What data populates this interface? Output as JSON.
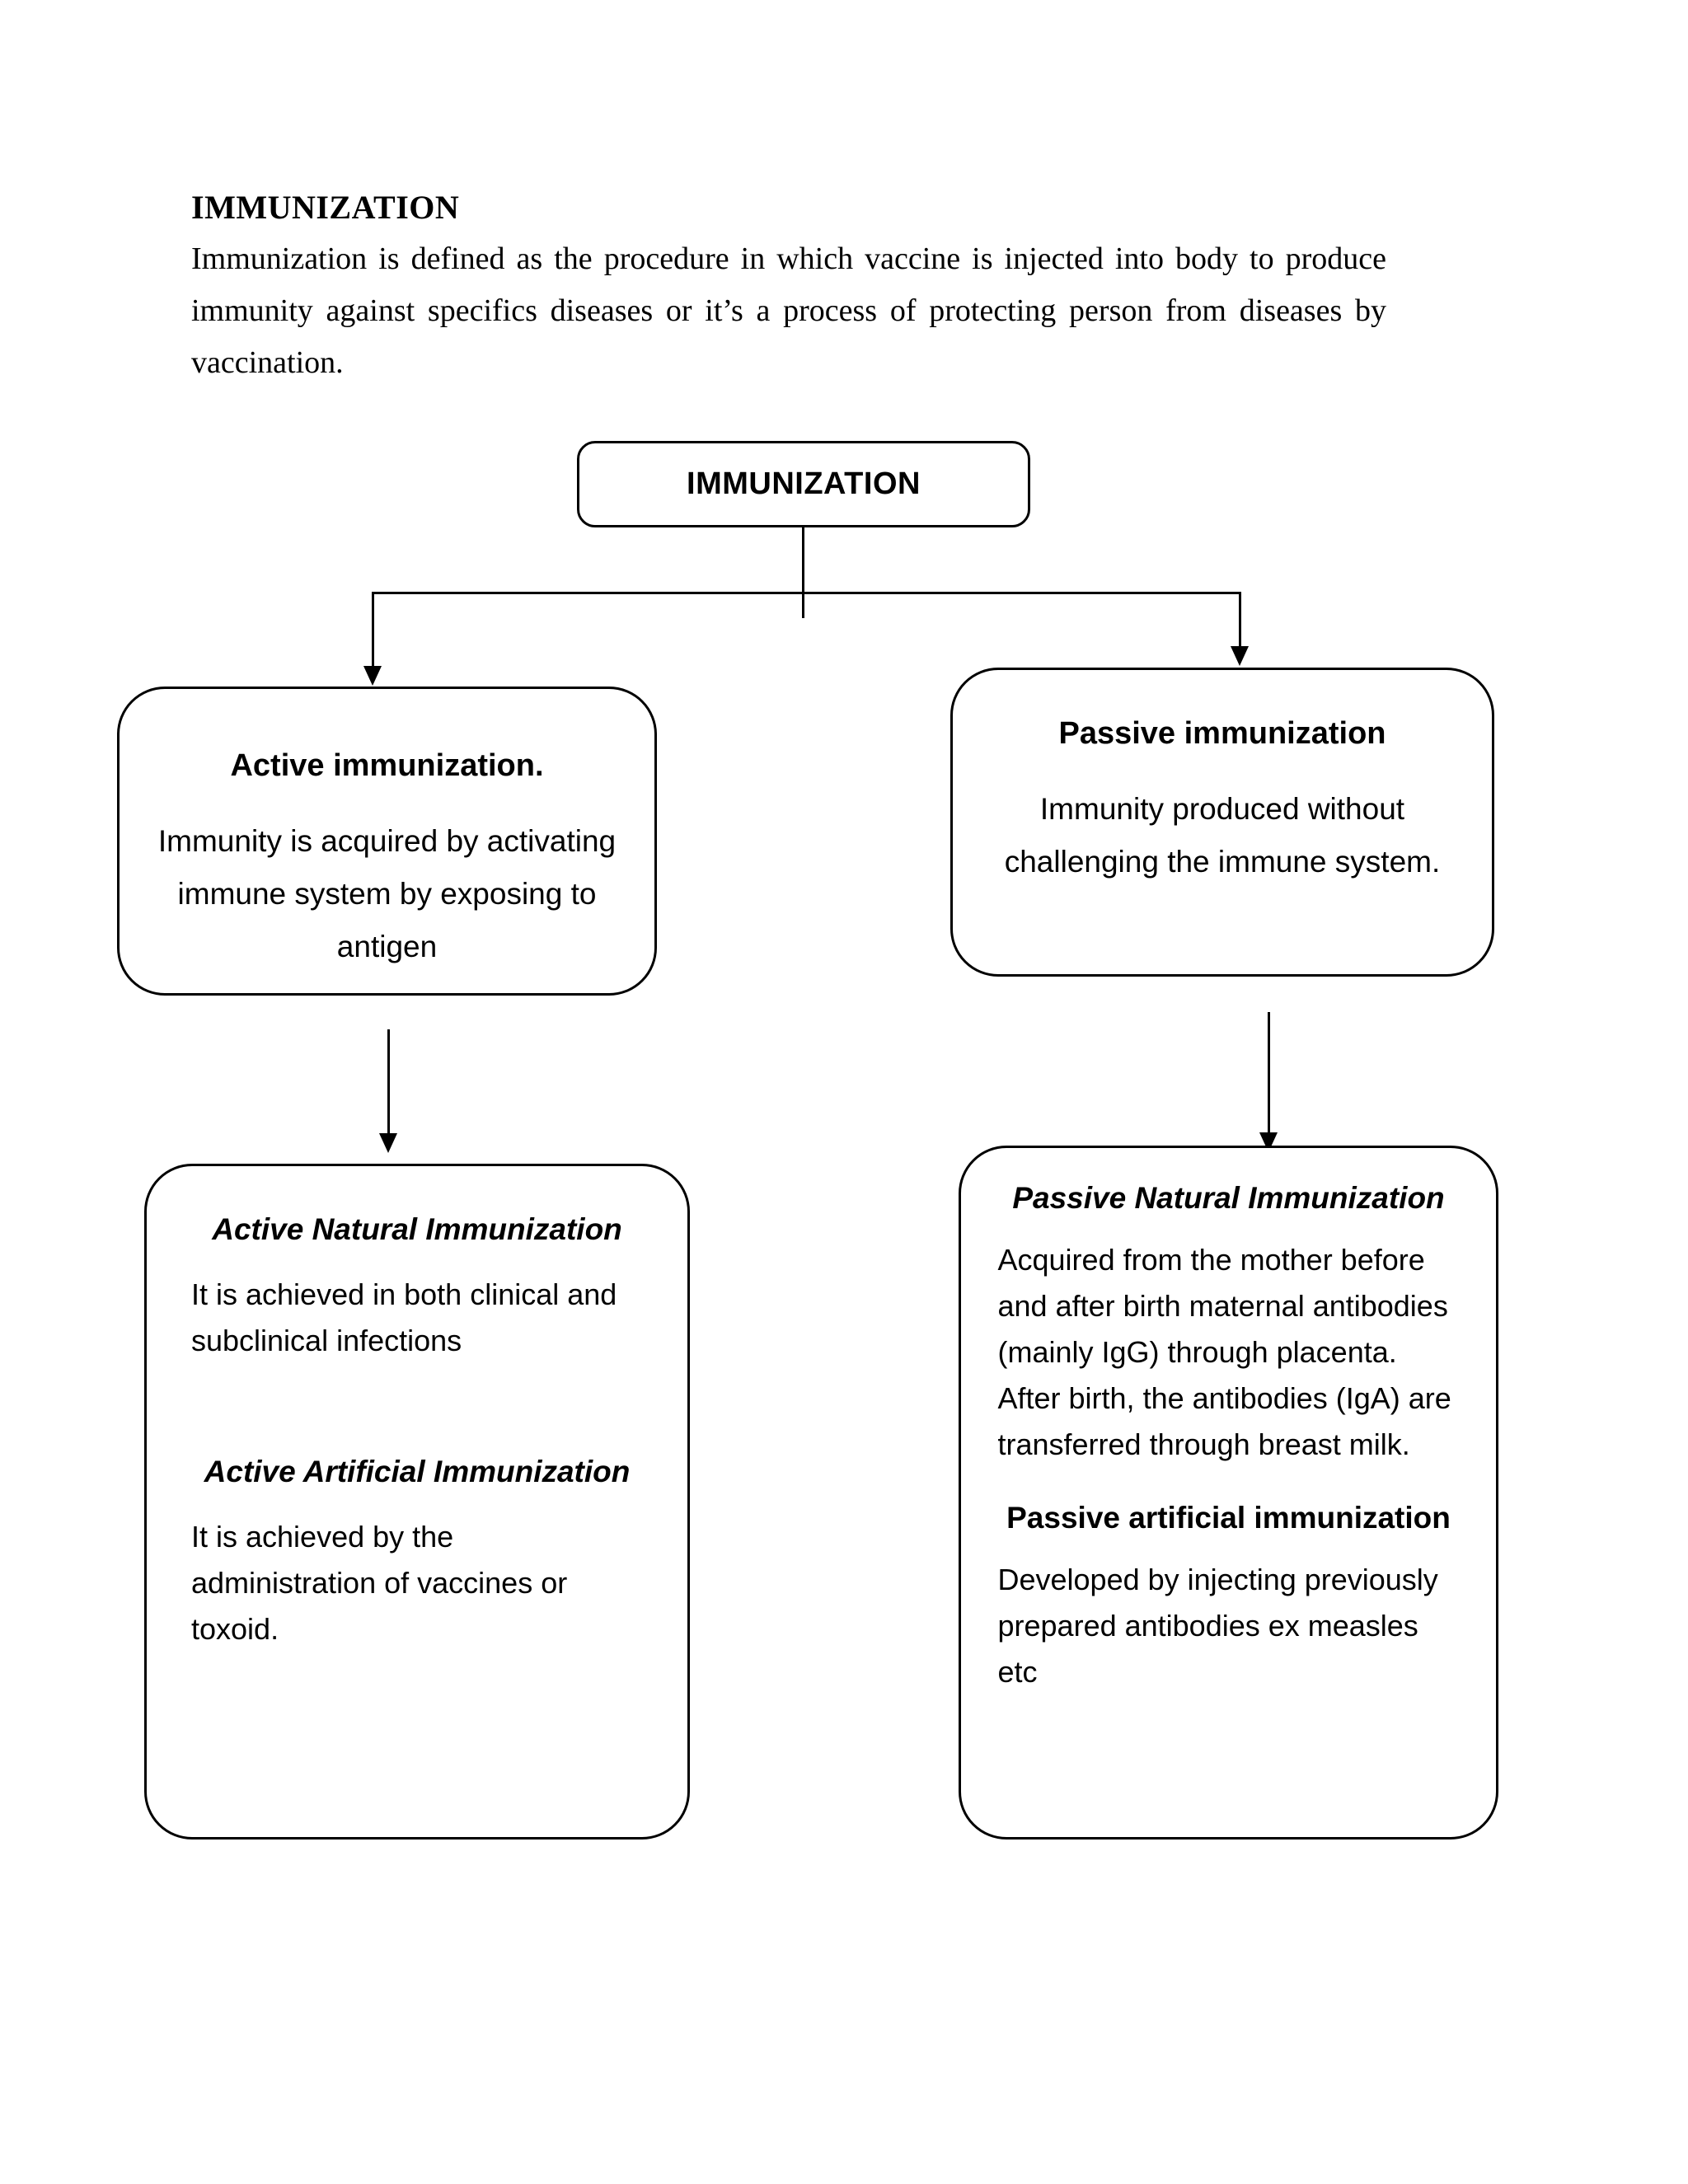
{
  "document": {
    "title": "IMMUNIZATION",
    "paragraph": "Immunization is defined as the procedure in which vaccine is injected into body to produce immunity against specifics diseases or it’s a process of protecting person from diseases by vaccination."
  },
  "flowchart": {
    "root": {
      "label": "IMMUNIZATION"
    },
    "branches": {
      "active": {
        "title": "Active immunization.",
        "body": "Immunity is acquired by activating immune system by exposing to antigen",
        "children": [
          {
            "title": "Active Natural Immunization",
            "body": "It is achieved in both clinical and subclinical infections"
          },
          {
            "title": "Active Artificial Immunization",
            "body": "It is achieved by the administration of vaccines or toxoid."
          }
        ]
      },
      "passive": {
        "title": "Passive immunization",
        "body": "Immunity produced without challenging the immune system.",
        "children": [
          {
            "title": "Passive Natural Immunization",
            "body": "Acquired from the mother before and after birth maternal antibodies (mainly IgG) through placenta. After birth, the antibodies (IgA) are transferred through breast milk."
          },
          {
            "title": "Passive artificial immunization",
            "body": "Developed by injecting previously prepared antibodies ex measles etc"
          }
        ]
      }
    }
  },
  "style": {
    "line_color": "#000000",
    "node_fill": "#ffffff",
    "text_color": "#000000"
  }
}
